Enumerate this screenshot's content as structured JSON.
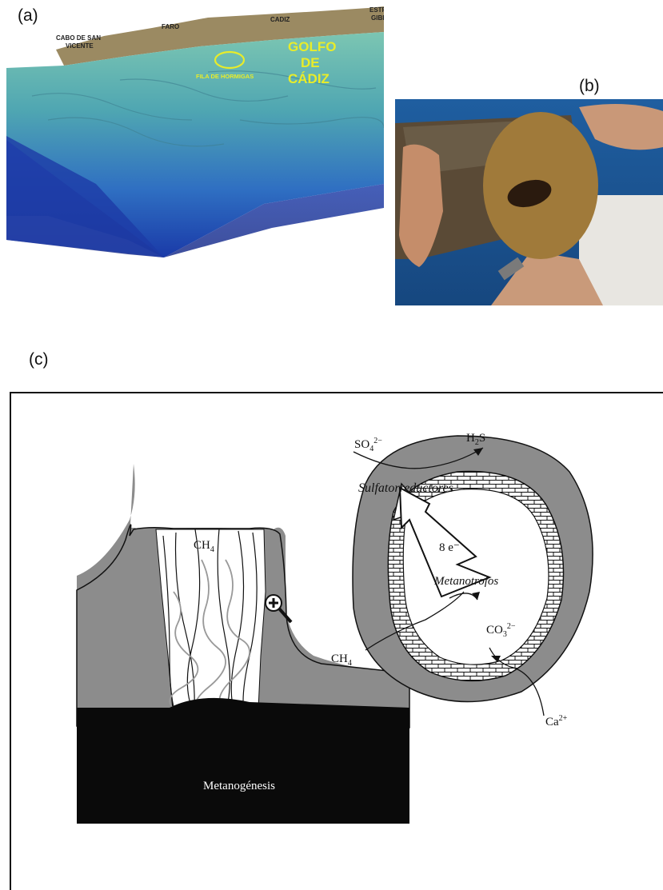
{
  "panels": {
    "a": "(a)",
    "b": "(b)",
    "c": "(c)"
  },
  "map": {
    "places": {
      "cabo_line1": "CABO DE SAN",
      "cabo_line2": "VICENTE",
      "faro": "FARO",
      "cadiz": "CADIZ",
      "estrecho_line1": "ESTRECHO DE",
      "estrecho_line2": "GIBRALTAR"
    },
    "fila": "FILA DE HORMIGAS",
    "gulf_line1": "GOLFO",
    "gulf_line2": "DE",
    "gulf_line3": "CÁDIZ",
    "colors": {
      "land": "#9b8a62",
      "shelf": "#5fb0a4",
      "deep": "#1a3fb0"
    }
  },
  "diagram": {
    "ch4_chimney": "CH",
    "ch4_sub": "4",
    "metanogenesis": "Metanogénesis",
    "so4": "SO",
    "so4_sub": "4",
    "so4_sup": "2−",
    "h2s_h": "H",
    "h2s_sub": "2",
    "h2s_s": "S",
    "sulfato": "Sulfatorreductores",
    "electrons": "8 e⁻",
    "metanotrofos": "Metanotrofos",
    "co3": "CO",
    "co3_sub": "3",
    "co3_sup": "2−",
    "ch4_left": "CH",
    "ch4_left_sub": "4",
    "ca": "Ca",
    "ca_sup": "2+",
    "colors": {
      "gray": "#8c8c8c",
      "black": "#0a0a0a"
    }
  }
}
